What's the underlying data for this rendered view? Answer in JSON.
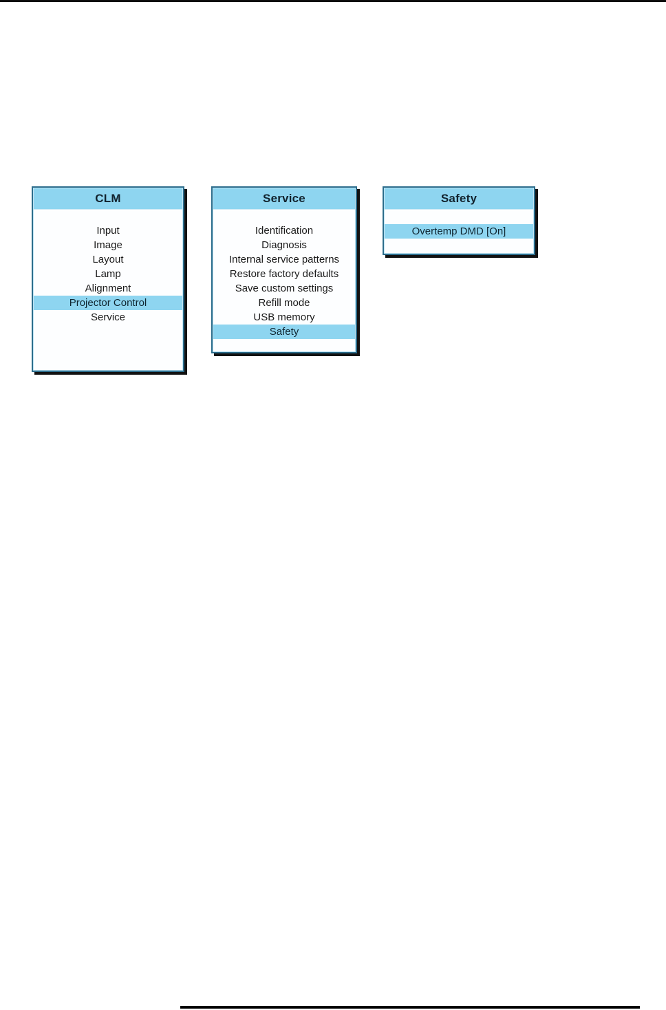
{
  "page": {
    "background_color": "#ffffff",
    "footer_rule": {
      "label": "",
      "color": "#000000"
    }
  },
  "theme": {
    "title_bar_color": "#8ed5f0",
    "highlight_color": "#8ed5f0",
    "border_color": "#2c6d8c",
    "shadow_color": "#121212",
    "panel_background": "#ffffff",
    "text_color": "#1b1b1b"
  },
  "menus": [
    {
      "id": "clm",
      "title": "CLM",
      "items": [
        {
          "label": "Input",
          "selected": false
        },
        {
          "label": "Image",
          "selected": false
        },
        {
          "label": "Layout",
          "selected": false
        },
        {
          "label": "Lamp",
          "selected": false
        },
        {
          "label": "Alignment",
          "selected": false
        },
        {
          "label": "Projector Control",
          "selected": true
        },
        {
          "label": "Service",
          "selected": false
        }
      ]
    },
    {
      "id": "service",
      "title": "Service",
      "items": [
        {
          "label": "Identification",
          "selected": false
        },
        {
          "label": "Diagnosis",
          "selected": false
        },
        {
          "label": "Internal service patterns",
          "selected": false
        },
        {
          "label": "Restore factory defaults",
          "selected": false
        },
        {
          "label": "Save custom settings",
          "selected": false
        },
        {
          "label": "Refill mode",
          "selected": false
        },
        {
          "label": "USB memory",
          "selected": false
        },
        {
          "label": "Safety",
          "selected": true
        }
      ]
    },
    {
      "id": "safety",
      "title": "Safety",
      "items": [
        {
          "label": "",
          "selected": false,
          "spacer": true
        },
        {
          "label": "Overtemp DMD [On]",
          "selected": true
        }
      ]
    }
  ]
}
